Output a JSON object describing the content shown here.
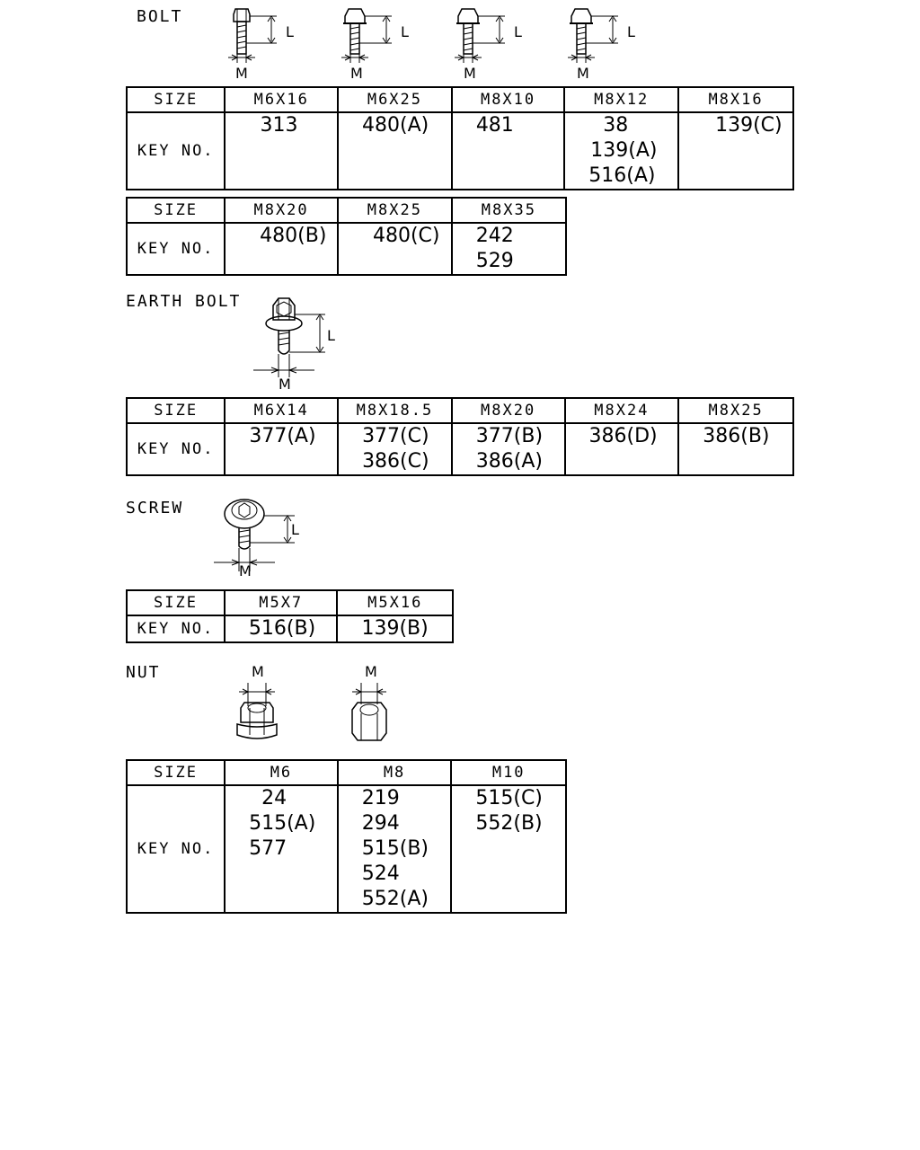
{
  "size_label": "SIZE",
  "key_label": "KEY NO.",
  "dim_L": "L",
  "dim_M": "M",
  "bolt": {
    "title": "BOLT",
    "table1": {
      "sizes": [
        "M6X16",
        "M6X25",
        "M8X10",
        "M8X12",
        "M8X16"
      ],
      "keys": [
        [
          "313"
        ],
        [
          "480(A)"
        ],
        [
          "481"
        ],
        [
          "38",
          "139(A)",
          "516(A)"
        ],
        [
          "139(C)"
        ]
      ]
    },
    "table2": {
      "sizes": [
        "M8X20",
        "M8X25",
        "M8X35"
      ],
      "keys": [
        [
          "480(B)"
        ],
        [
          "480(C)"
        ],
        [
          "242",
          "529"
        ]
      ]
    }
  },
  "earth_bolt": {
    "title": "EARTH BOLT",
    "table": {
      "sizes": [
        "M6X14",
        "M8X18.5",
        "M8X20",
        "M8X24",
        "M8X25"
      ],
      "keys": [
        [
          "377(A)"
        ],
        [
          "377(C)",
          "386(C)"
        ],
        [
          "377(B)",
          "386(A)"
        ],
        [
          "386(D)"
        ],
        [
          "386(B)"
        ]
      ]
    }
  },
  "screw": {
    "title": "SCREW",
    "table": {
      "sizes": [
        "M5X7",
        "M5X16"
      ],
      "keys": [
        [
          "516(B)"
        ],
        [
          "139(B)"
        ]
      ]
    }
  },
  "nut": {
    "title": "NUT",
    "table": {
      "sizes": [
        "M6",
        "M8",
        "M10"
      ],
      "keys": [
        [
          "24",
          "515(A)",
          "577"
        ],
        [
          "219",
          "294",
          "515(B)",
          "524",
          "552(A)"
        ],
        [
          "515(C)",
          "552(B)"
        ]
      ]
    }
  }
}
